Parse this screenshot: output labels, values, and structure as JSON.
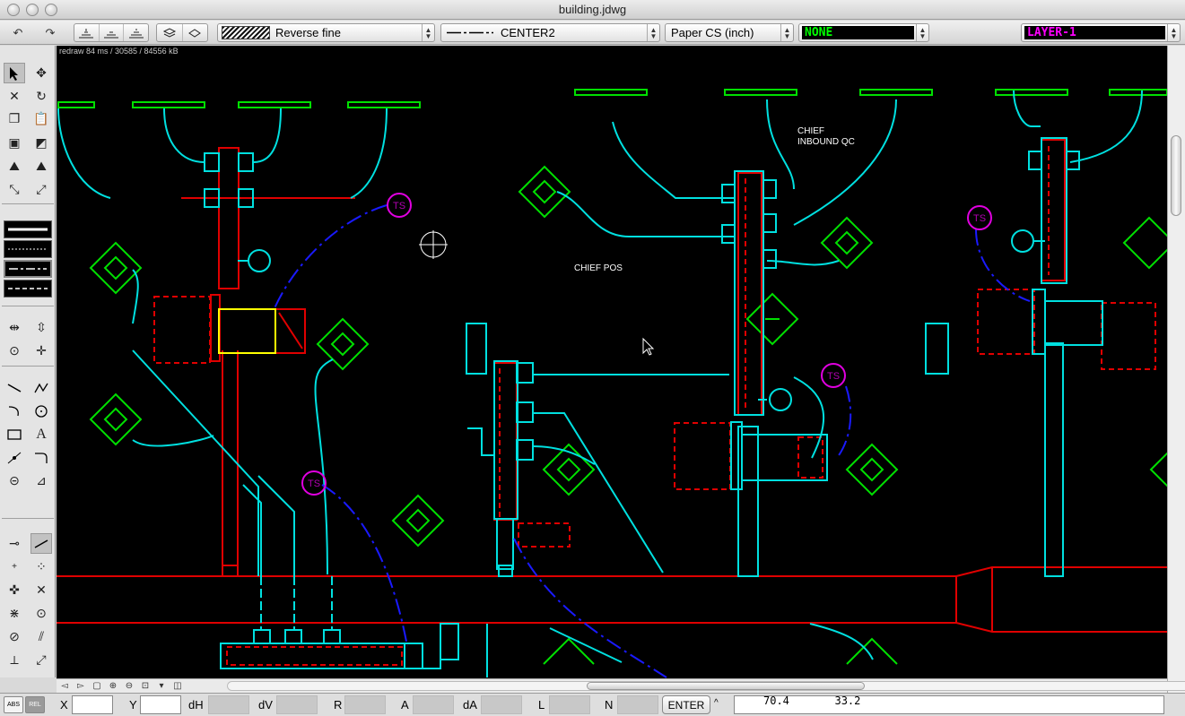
{
  "window": {
    "title": "building.jdwg"
  },
  "toolbar": {
    "undo_icon": "undo-icon",
    "redo_icon": "redo-icon",
    "hatch_label": "Reverse fine",
    "linetype_label": "CENTER2",
    "cs_label": "Paper CS (inch)",
    "color_label": "NONE",
    "color_value": "#00ff00",
    "layer_label": "LAYER-1",
    "layer_color": "#ff00ff"
  },
  "canvas": {
    "status_text": "redraw 84 ms / 30585 / 84556 kB",
    "labels": {
      "chief_inbound_1": "CHIEF",
      "chief_inbound_2": "INBOUND QC",
      "chief_pos": "CHIEF POS",
      "ts": "TS"
    },
    "colors": {
      "background": "#000000",
      "cyan": "#00e0e0",
      "red": "#e00000",
      "green": "#00e000",
      "blue": "#1a1aff",
      "magenta": "#e000e0",
      "yellow": "#ffff00"
    }
  },
  "coordbar": {
    "abs_label": "ABS",
    "rel_label": "REL",
    "x_label": "X",
    "y_label": "Y",
    "dh_label": "dH",
    "dv_label": "dV",
    "r_label": "R",
    "a_label": "A",
    "da_label": "dA",
    "l_label": "L",
    "n_label": "N",
    "enter_label": "ENTER",
    "readout_x": "70.4",
    "readout_y": "33.2"
  }
}
